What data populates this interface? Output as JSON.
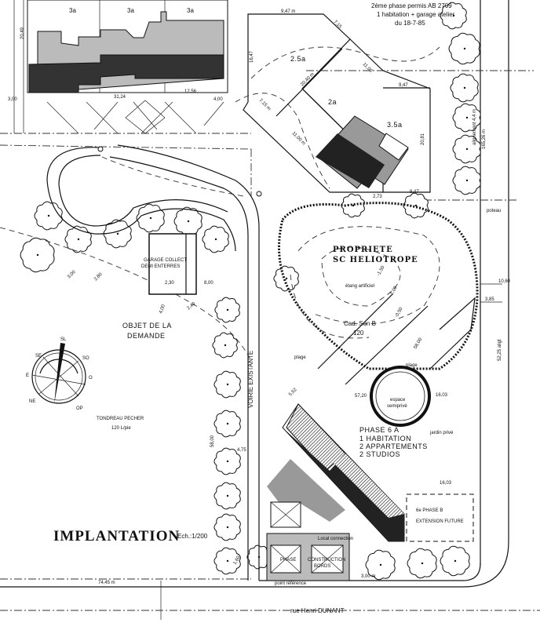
{
  "header_note": {
    "line1": "2ème phase permis AB 2709",
    "line2": "1 habitation + garage atelier",
    "line3": "du 18-7-85"
  },
  "lots": {
    "top_left": [
      "3a",
      "3a",
      "3a"
    ],
    "lot_25": "2.5a",
    "lot_2": "2a",
    "lot_35": "3.5a"
  },
  "dimensions": {
    "d1": "9,47 m",
    "d2": "7,15",
    "d3": "11,00",
    "d4": "9,47",
    "d5": "20,81",
    "d6": "7,15 m",
    "d7": "11,00 m",
    "d8": "20,40 m",
    "d9": "2,73",
    "d10": "9,47",
    "d11": "20,49",
    "d12": "31,24",
    "d13": "12,56",
    "d14": "4,00",
    "d15": "3,00",
    "d16": "16,47",
    "d17": "165,26 m",
    "d18": "10,60",
    "d19": "3,85",
    "d20": "52,25 aligt",
    "d21": "16,03",
    "d22": "16,03",
    "d23": "57,20",
    "d24": "5,52",
    "d25": "2,30",
    "d26": "8,00",
    "d27": "3,00",
    "d28": "2,80",
    "d29": "4,00",
    "d30": "2,40",
    "d31": "74,45 m",
    "d32": "3,00 m",
    "d33": "58,00",
    "d34": "4,75",
    "d35": "1,60",
    "d36": "alignement 4,4 m"
  },
  "property": {
    "title1": "PROPRIETE",
    "title2": "SC HELIOTROPE",
    "pond": "étang artificiel",
    "level1": "-1,50",
    "level2": "-1,00",
    "level3": "-0,50",
    "cadastre": "Cad. Son B",
    "cadastre_num": "120",
    "beach1": "plage",
    "beach2": "plage",
    "semi1": "espace",
    "semi2": "semiprivé",
    "garden": "jardin privé",
    "post": "poteau"
  },
  "phase6a": {
    "title": "PHASE 6 A",
    "line1": "1 HABITATION",
    "line2": "2 APPARTEMENTS",
    "line3": "2 STUDIOS"
  },
  "phase6b": {
    "line1": "6e PHASE B",
    "line2": "EXTENSION FUTURE"
  },
  "construction": {
    "phase": "PHASE",
    "label": "CONSTRUCTION",
    "sub": "BORDS",
    "connection": "Local connection",
    "reference": "point référence"
  },
  "garage": {
    "line1": "GARAGE COLLECT",
    "line2": "DEMI ENTERRES"
  },
  "object": {
    "line1": "OBJET DE LA",
    "line2": "DEMANDE"
  },
  "road": "VOIRIE EXISTANTE",
  "neighbour": {
    "name": "TONDREAU PECHER",
    "num": "120 L/pie"
  },
  "compass": {
    "n": "SL",
    "ne": "SO",
    "e": "O",
    "se": "OP",
    "sw": "NE",
    "w": "E",
    "nw": "SE"
  },
  "title": {
    "main": "IMPLANTATION",
    "scale": "Ech.:1/200"
  },
  "street": "rue Henri DUNANT"
}
